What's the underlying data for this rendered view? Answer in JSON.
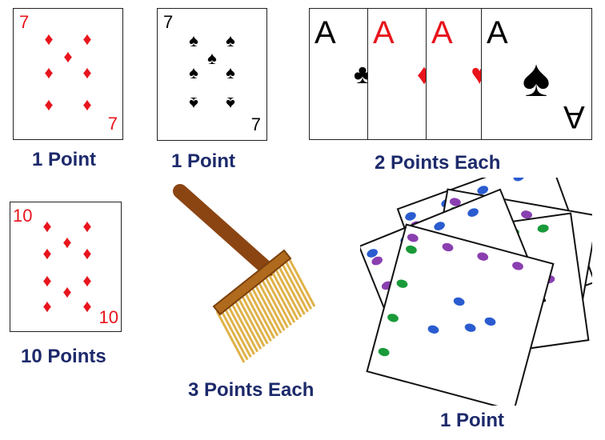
{
  "labels": {
    "seven_diamonds": "1 Point",
    "seven_spades": "1 Point",
    "aces": "2 Points Each",
    "ten_diamonds": "10 Points",
    "brooms": "3 Points Each",
    "most_cards": "1 Point"
  },
  "cards": {
    "seven_diamonds": {
      "rank": "7",
      "suit_icon": "diamond-icon",
      "color": "#e8141c"
    },
    "seven_spades": {
      "rank": "7",
      "suit_icon": "spade-icon",
      "color": "#000000"
    },
    "ten_diamonds": {
      "rank": "10",
      "suit_icon": "diamond-icon",
      "color": "#e8141c"
    },
    "aces": [
      {
        "rank": "A",
        "suit_icon": "club-icon",
        "color": "#000000"
      },
      {
        "rank": "A",
        "suit_icon": "diamond-icon",
        "color": "#e8141c"
      },
      {
        "rank": "A",
        "suit_icon": "heart-icon",
        "color": "#e8141c"
      },
      {
        "rank": "A",
        "suit_icon": "spade-icon",
        "color": "#000000"
      }
    ]
  },
  "colors": {
    "label": "#1d2a6b",
    "broom_handle": "#8b4513",
    "broom_bristles": "#e0b24a",
    "turtle_blue": "#2a5cd0",
    "turtle_purple": "#8a3fb0",
    "turtle_green": "#1a9a3a"
  }
}
